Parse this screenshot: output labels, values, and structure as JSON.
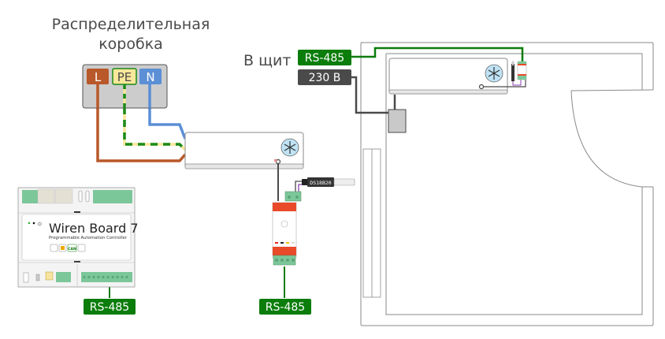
{
  "junction_box": {
    "title_line1": "Распределительная",
    "title_line2": "коробка",
    "terminals": [
      {
        "label": "L",
        "color": "#b9582a"
      },
      {
        "label": "PE",
        "color": "#f9e79a",
        "border": "#1a8a1a"
      },
      {
        "label": "N",
        "color": "#5b8fd6"
      }
    ]
  },
  "panel_connection": {
    "label": "В щит",
    "rs485_tag": "RS-485",
    "power_tag": "230 В"
  },
  "controller": {
    "title": "Wiren Board 7",
    "subtitle": "Programmable Automation Controller",
    "bus_tag": "RS-485",
    "can_badge": "CAN"
  },
  "ir_module": {
    "bus_tag": "RS-485",
    "sensor_label": "DS18B20"
  },
  "colors": {
    "rs485": "#0b7d0b",
    "power": "#4a4a4a",
    "L_wire": "#b9582a",
    "N_wire": "#5b8fd6",
    "PE_wire_a": "#f9e79a",
    "PE_wire_b": "#1a8a1a",
    "sensor_wire": "#8b3fb3",
    "module_red": "#e84a2a",
    "terminal_green": "#7cc79a",
    "ac_icon_fill": "#bfe3f5"
  }
}
